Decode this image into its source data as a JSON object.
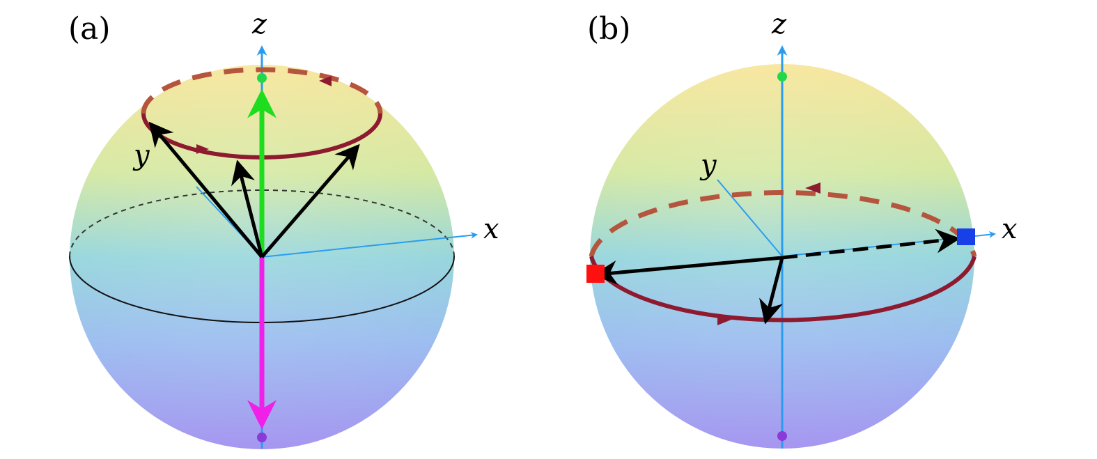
{
  "panels": [
    {
      "label": "(a)",
      "axis_labels": {
        "z": "z",
        "y": "y",
        "x": "x"
      }
    },
    {
      "label": "(b)",
      "axis_labels": {
        "z": "z",
        "y": "y",
        "x": "x"
      }
    }
  ],
  "colors": {
    "sphere_top": "#f7e59a",
    "sphere_equator": "#96d6dc",
    "sphere_bottom": "#a696f0",
    "axis": "#2a9cf0",
    "trajectory": "#8e1a2f",
    "trajectory_hidden": "#b5553d",
    "state_vector": "#000000",
    "north_vector": "#1edc1e",
    "south_vector": "#f020e8",
    "north_dot": "#22d84a",
    "south_dot": "#8a3ad6",
    "marker_start": "#ff1010",
    "marker_end": "#1740e8"
  },
  "icons": [
    "bloch-sphere-a",
    "bloch-sphere-b"
  ]
}
